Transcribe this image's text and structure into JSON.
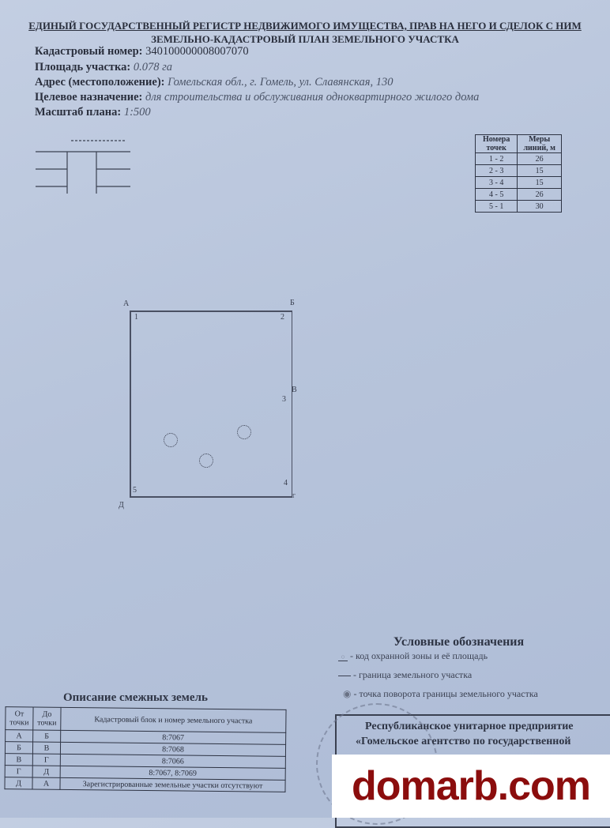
{
  "header": {
    "registry": "ЕДИНЫЙ ГОСУДАРСТВЕННЫЙ РЕГИСТР НЕДВИЖИМОГО ИМУЩЕСТВА, ПРАВ НА НЕГО И СДЕЛОК С НИМ",
    "title": "ЗЕМЕЛЬНО-КАДАСТРОВЫЙ ПЛАН ЗЕМЕЛЬНОГО УЧАСТКА"
  },
  "fields": [
    {
      "label": "Кадастровый номер:",
      "value": "340100000008007070"
    },
    {
      "label": "Площадь участка:",
      "value": "0.078 га"
    },
    {
      "label": "Адрес (местоположение):",
      "value": "Гомельская обл., г. Гомель, ул. Славянская, 130"
    },
    {
      "label": "Целевое назначение:",
      "value": "для строительства и обслуживания одноквартирного жилого дома"
    },
    {
      "label": "Масштаб плана:",
      "value": "1:500"
    }
  ],
  "measures": {
    "headers": [
      "Номера точек",
      "Меры линий, м"
    ],
    "rows": [
      [
        "1 - 2",
        "26"
      ],
      [
        "2 - 3",
        "15"
      ],
      [
        "3 - 4",
        "15"
      ],
      [
        "4 - 5",
        "26"
      ],
      [
        "5 - 1",
        "30"
      ]
    ]
  },
  "plan": {
    "corners": [
      "А",
      "Б",
      "В",
      "Г",
      "Д"
    ],
    "points": [
      "1",
      "2",
      "3",
      "4",
      "5"
    ]
  },
  "legend": {
    "title": "Условные обозначения",
    "items": [
      "- код охранной зоны и её площадь",
      "- граница земельного участка",
      "- точка поворота границы земельного участка"
    ]
  },
  "adjacent": {
    "title": "Описание смежных земель",
    "headers": [
      "От точки",
      "До точки",
      "Кадастровый блок и номер земельного участка"
    ],
    "rows": [
      [
        "А",
        "Б",
        "8:7067"
      ],
      [
        "Б",
        "В",
        "8:7068"
      ],
      [
        "В",
        "Г",
        "8:7066"
      ],
      [
        "Г",
        "Д",
        "8:7067, 8:7069"
      ],
      [
        "Д",
        "А",
        "Зарегистрированные земельные участки отсутствуют"
      ]
    ]
  },
  "stamp": {
    "line1": "Республиканское унитарное предприятие",
    "line2": "«Гомельское агентство по государственной"
  },
  "watermark": "domarb.com"
}
